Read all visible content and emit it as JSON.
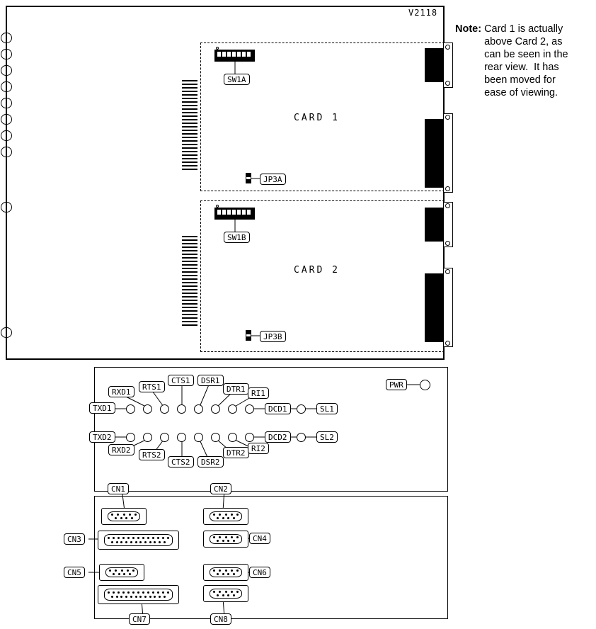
{
  "board": {
    "version": "V2118",
    "cards": [
      {
        "name": "CARD 1",
        "dip_switch": "SW1A",
        "jumper": "JP3A"
      },
      {
        "name": "CARD 2",
        "dip_switch": "SW1B",
        "jumper": "JP3B"
      }
    ]
  },
  "note": {
    "prefix": "Note:",
    "lines": [
      "Card 1 is actually",
      "above Card 2, as",
      "can be seen in the",
      "rear view.  It has",
      "been moved for",
      "ease of viewing."
    ]
  },
  "led_panel": {
    "power_label": "PWR",
    "rows": [
      {
        "txd": "TXD1",
        "rxd": "RXD1",
        "rts": "RTS1",
        "cts": "CTS1",
        "dsr": "DSR1",
        "dtr": "DTR1",
        "ri": "RI1",
        "dcd": "DCD1",
        "sl": "SL1"
      },
      {
        "txd": "TXD2",
        "rxd": "RXD2",
        "rts": "RTS2",
        "cts": "CTS2",
        "dsr": "DSR2",
        "dtr": "DTR2",
        "ri": "RI2",
        "dcd": "DCD2",
        "sl": "SL2"
      }
    ]
  },
  "connector_panel": {
    "labels": [
      "CN1",
      "CN2",
      "CN3",
      "CN4",
      "CN5",
      "CN6",
      "CN7",
      "CN8"
    ]
  }
}
